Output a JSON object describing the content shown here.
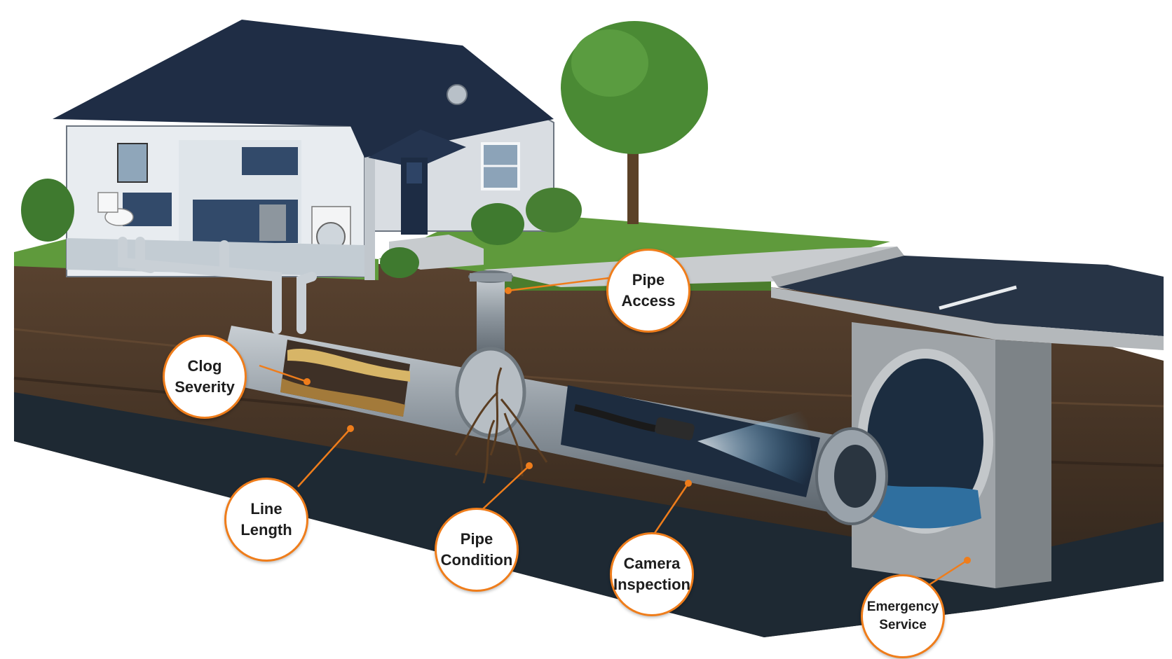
{
  "labels": {
    "pipe_access": [
      "Pipe",
      "Access"
    ],
    "clog_severity": [
      "Clog",
      "Severity"
    ],
    "line_length": [
      "Line",
      "Length"
    ],
    "pipe_condition": [
      "Pipe",
      "Condition"
    ],
    "camera_inspection": [
      "Camera",
      "Inspection"
    ],
    "emergency_service": [
      "Emergency",
      "Service"
    ]
  },
  "colors": {
    "callout_ring": "#ef7d1b",
    "roof": "#1f2d45",
    "siding": "#d9dde2",
    "grass": "#5f9a3c",
    "soil": "#4a3627",
    "pipe": "#9aa3ab",
    "water": "#4fa3d9",
    "asphalt": "#273446",
    "concrete": "#b4b8bb"
  }
}
